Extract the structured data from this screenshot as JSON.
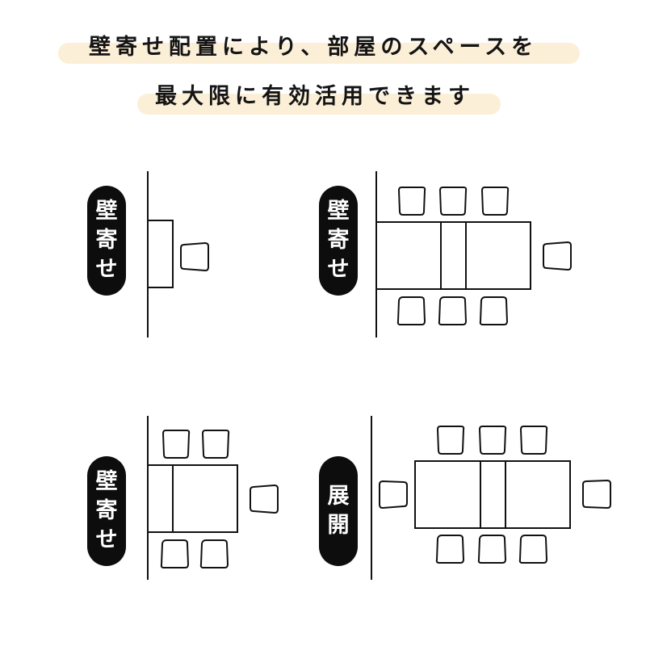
{
  "headline": {
    "line1": "壁寄せ配置により、部屋のスペースを",
    "line2": "最大限に有効活用できます",
    "highlight_color": "#fcefd8"
  },
  "panels": [
    {
      "label_chars": [
        "壁",
        "寄",
        "せ"
      ],
      "label": "壁寄せ",
      "description": "compact table against wall, one chair"
    },
    {
      "label_chars": [
        "壁",
        "寄",
        "せ"
      ],
      "label": "壁寄せ",
      "description": "extended table against wall, seven chairs"
    },
    {
      "label_chars": [
        "壁",
        "寄",
        "せ"
      ],
      "label": "壁寄せ",
      "description": "half-extended table against wall, five chairs"
    },
    {
      "label_chars": [
        "展",
        "開"
      ],
      "label": "展開",
      "description": "fully extended table away from wall, eight chairs"
    }
  ],
  "colors": {
    "pill": "#0d0d0d",
    "line": "#111111"
  }
}
